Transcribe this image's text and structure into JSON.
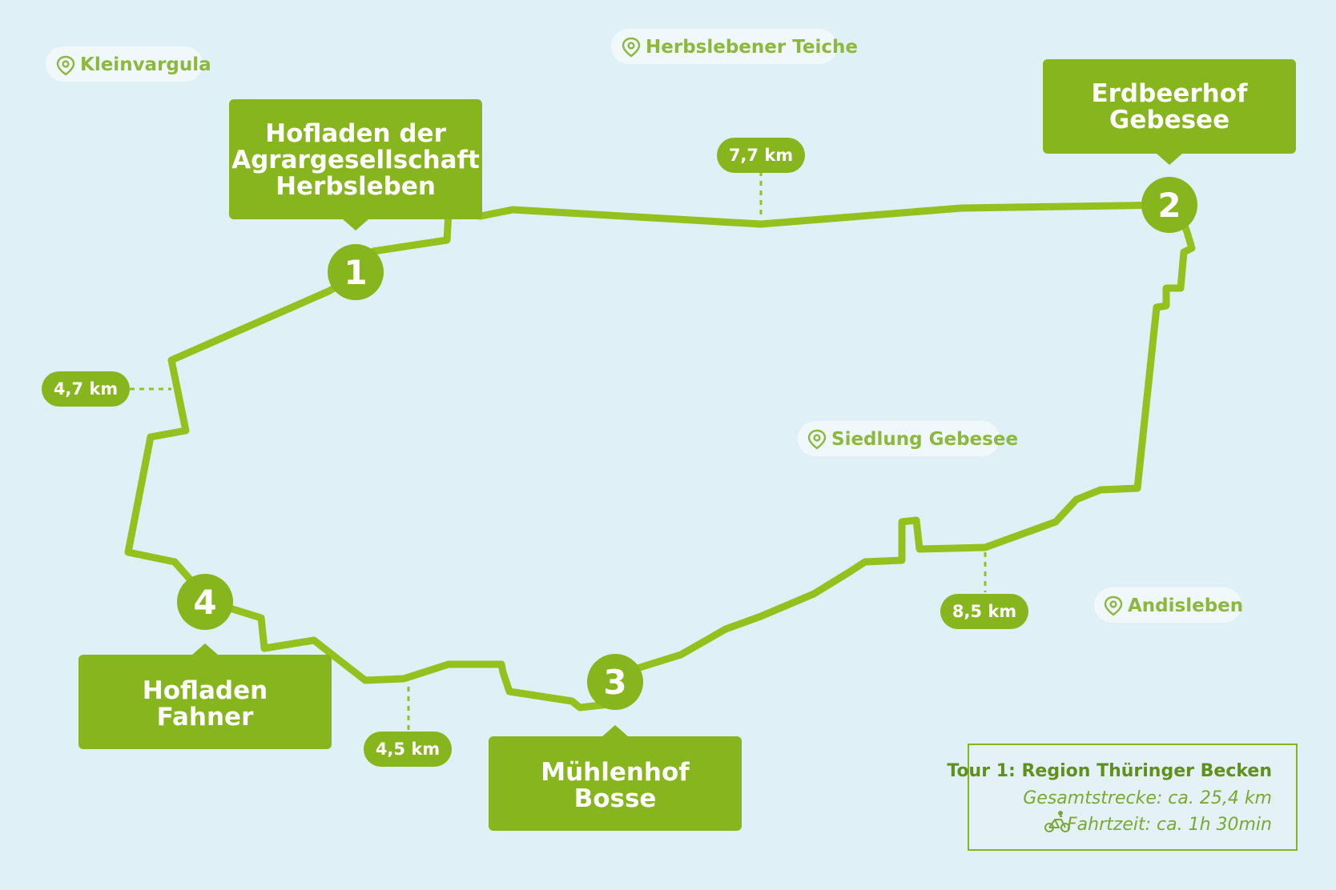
{
  "colors": {
    "background": "#dff0f6",
    "route": "#95c11f",
    "stop": "#86b51e",
    "place_text": "#8cb83e",
    "place_bg": "#f1f8fb"
  },
  "places": [
    {
      "name": "Kleinvargula",
      "icon": "location-pin-icon"
    },
    {
      "name": "Herbslebener Teiche",
      "icon": "location-pin-icon"
    },
    {
      "name": "Siedlung Gebesee",
      "icon": "location-pin-icon"
    },
    {
      "name": "Andisleben",
      "icon": "location-pin-icon"
    }
  ],
  "stops": [
    {
      "number": "1",
      "lines": [
        "Hofladen der",
        "Agrargesellschaft",
        "Herbsleben"
      ]
    },
    {
      "number": "2",
      "lines": [
        "Erdbeerhof",
        "Gebesee"
      ]
    },
    {
      "number": "3",
      "lines": [
        "Mühlenhof",
        "Bosse"
      ]
    },
    {
      "number": "4",
      "lines": [
        "Hofladen",
        "Fahner"
      ]
    }
  ],
  "distances": [
    "7,7 km",
    "8,5 km",
    "4,5 km",
    "4,7 km"
  ],
  "info": {
    "title": "Tour 1: Region Thüringer Becken",
    "total": "Gesamtstrecke: ca. 25,4 km",
    "duration": "Fahrtzeit: ca. 1h 30min",
    "duration_icon": "bicycle-icon"
  }
}
